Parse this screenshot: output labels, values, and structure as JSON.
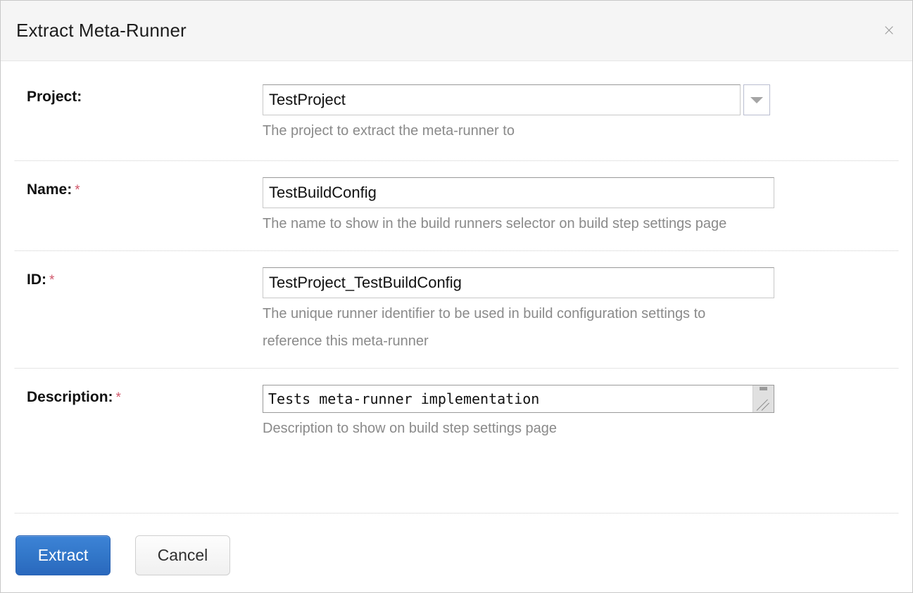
{
  "dialog": {
    "title": "Extract Meta-Runner",
    "close_icon": "close-icon",
    "close_glyph": "×"
  },
  "form": {
    "required_marker": "*",
    "rows": [
      {
        "label": "Project:",
        "required": false,
        "control": "select",
        "value": "TestProject",
        "hint": "The project to extract the meta-runner to",
        "dropdown_icon": "chevron-down-icon"
      },
      {
        "label": "Name:",
        "required": true,
        "control": "text",
        "value": "TestBuildConfig",
        "hint": "The name to show in the build runners selector on build step settings page"
      },
      {
        "label": "ID:",
        "required": true,
        "control": "text",
        "value": "TestProject_TestBuildConfig",
        "hint": "The unique runner identifier to be used in build configuration settings to reference this meta-runner"
      },
      {
        "label": "Description:",
        "required": true,
        "control": "textarea",
        "value": "Tests meta-runner implementation",
        "hint": "Description to show on build step settings page"
      }
    ]
  },
  "footer": {
    "submit_label": "Extract",
    "cancel_label": "Cancel"
  },
  "colors": {
    "primary": "#3277c9",
    "primary_border": "#2a63b4",
    "required_star": "#d0566a",
    "header_bg": "#f5f5f5",
    "hint_text": "#8a8a8a"
  }
}
